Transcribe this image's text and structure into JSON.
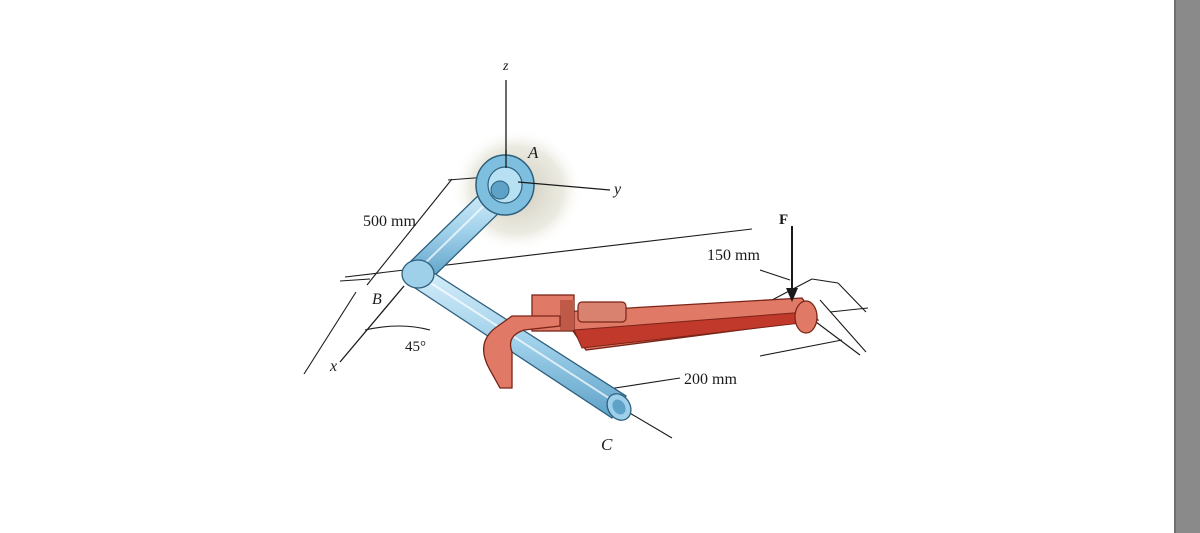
{
  "diagram": {
    "axes": {
      "z": "z",
      "y": "y",
      "x": "x"
    },
    "points": {
      "A": "A",
      "B": "B",
      "C": "C"
    },
    "force_label": "F",
    "dimensions": {
      "arm_length": "500 mm",
      "offset": "150 mm",
      "wrench_length": "200 mm",
      "angle": "45°"
    }
  },
  "colors": {
    "pipe": "#9fd0ea",
    "pipe_dark": "#5fa2c8",
    "wrench": "#e07a66",
    "wrench_dark": "#c0392b",
    "line": "#1a1a1a"
  }
}
